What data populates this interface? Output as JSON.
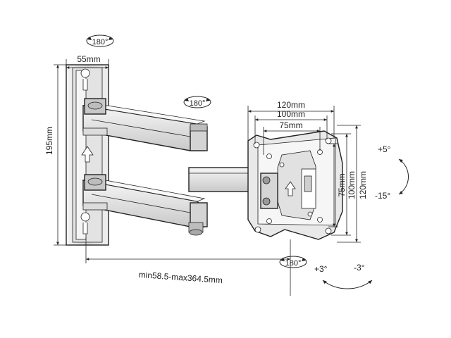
{
  "diagram": {
    "rotation_top": "180°",
    "rotation_arm": "180°",
    "rotation_plate": "180°",
    "wall_plate_width": "55mm",
    "wall_plate_height": "195mm",
    "vesa_width_outer": "120mm",
    "vesa_width_mid": "100mm",
    "vesa_width_inner": "75mm",
    "vesa_height_inner": "75mm",
    "vesa_height_mid": "100mm",
    "vesa_height_outer": "120mm",
    "tilt_up": "+5°",
    "tilt_down": "-15°",
    "swivel_left": "+3°",
    "swivel_right": "-3°",
    "extension": "min58.5-max364.5mm"
  },
  "colors": {
    "line": "#222222",
    "metal_light": "#ececec",
    "metal_mid": "#cfcfcf",
    "metal_dark": "#9a9a9a"
  },
  "icons": [
    "rotation-arrow-icon",
    "up-arrow-icon",
    "tilt-arc-icon",
    "swivel-arc-icon"
  ]
}
